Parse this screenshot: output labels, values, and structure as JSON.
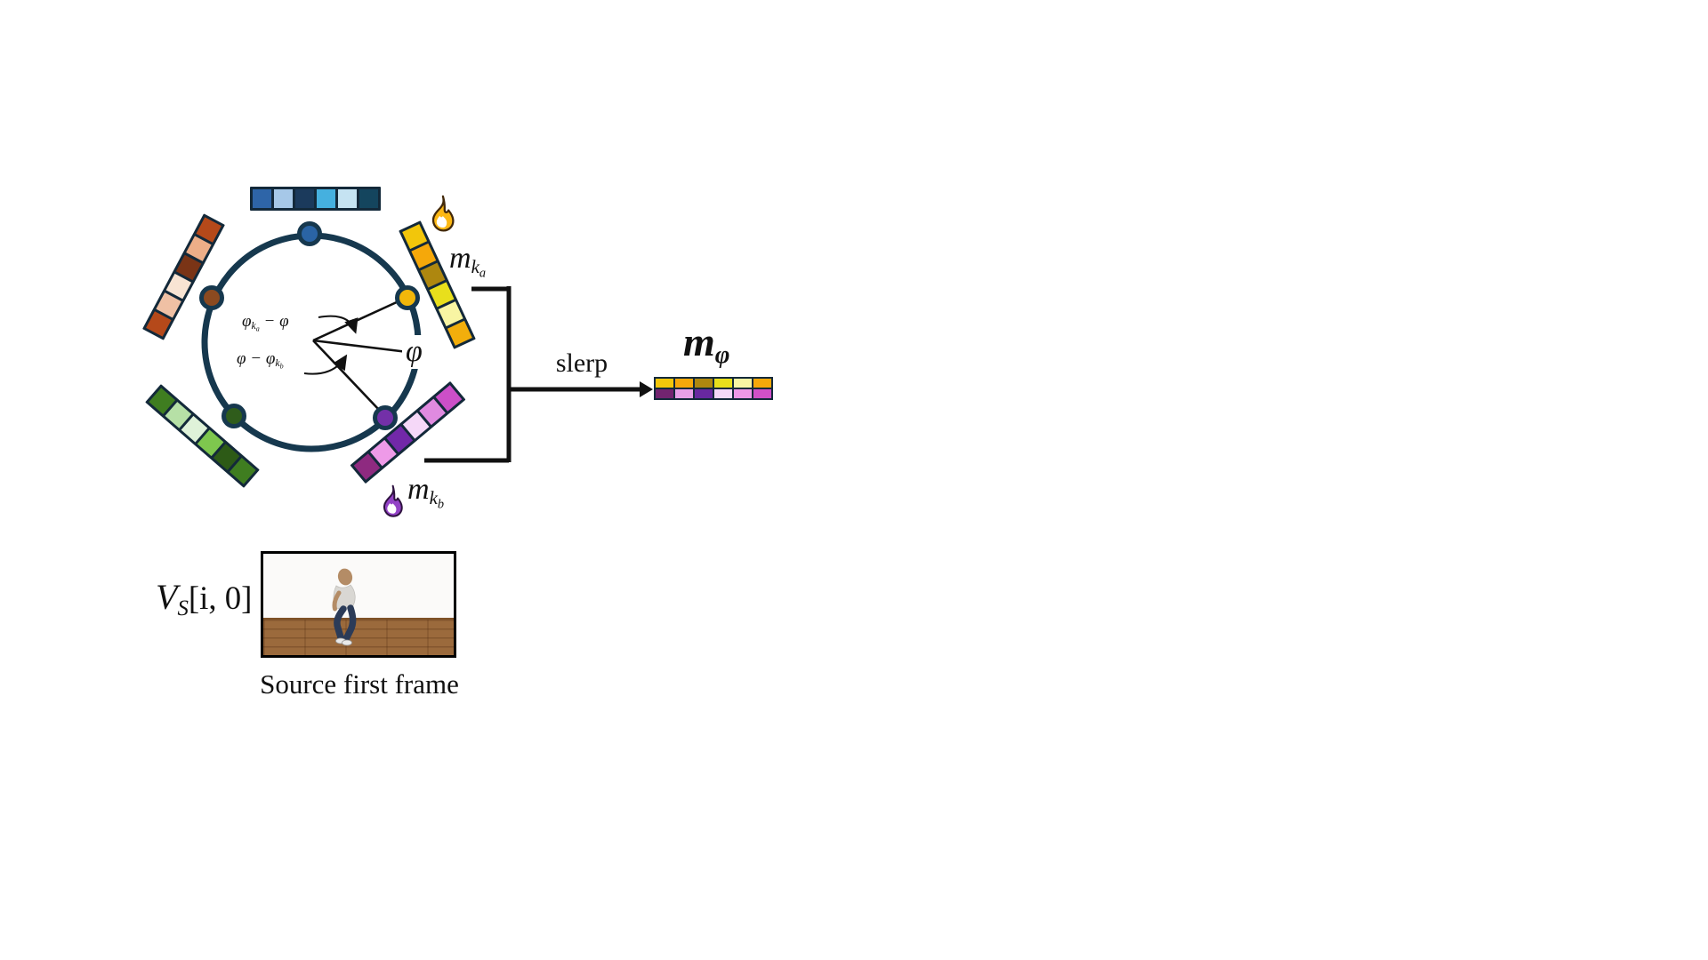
{
  "labels": {
    "m_ka": {
      "base": "m",
      "sub": "k",
      "subsub": "a"
    },
    "m_kb": {
      "base": "m",
      "sub": "k",
      "subsub": "b"
    },
    "m_phi": {
      "base": "m",
      "sub": "φ"
    },
    "phi_big": "φ",
    "angle_top": {
      "phi": "φ",
      "sub": "k",
      "subsub": "a",
      "rest": " − φ"
    },
    "angle_bottom": {
      "lead": "φ − ",
      "phi": "φ",
      "sub": "k",
      "subsub": "b"
    },
    "slerp": "slerp",
    "source_var": {
      "base": "V",
      "sub": "S",
      "rest": "[i, 0]"
    },
    "caption": "Source first frame"
  },
  "strips": {
    "blue": [
      "#2E65A8",
      "#A6C8E8",
      "#1B3A5C",
      "#45B0DF",
      "#C5E3F2",
      "#14455E"
    ],
    "orange": [
      "#B5491A",
      "#EDAE88",
      "#7A3416",
      "#F8E4D3",
      "#EFC0A4",
      "#B5491A"
    ],
    "yellow": [
      "#F2C60B",
      "#F5A80A",
      "#AE870F",
      "#E8DF1C",
      "#F8F5A3",
      "#F2AE0C"
    ],
    "green": [
      "#3F7D20",
      "#B6E0A6",
      "#DFF2D9",
      "#7EC74E",
      "#2D5A16",
      "#3F7D20"
    ],
    "purple": [
      "#CC4FC8",
      "#E08AE0",
      "#F5D8F8",
      "#7228A8",
      "#EE9AE8",
      "#8E2A80"
    ],
    "mphi": {
      "top": [
        "#F2C60B",
        "#F5A80A",
        "#AE870F",
        "#E8DF1C",
        "#F8F5A3",
        "#F5A80A"
      ],
      "bottom": [
        "#722470",
        "#E8A0E8",
        "#6828A0",
        "#F5D8F8",
        "#EE98E8",
        "#D050C8"
      ]
    }
  },
  "dots": {
    "blue": "#2A64A5",
    "brown": "#8B4A20",
    "yellow": "#F2B70A",
    "green": "#2F5C1B",
    "purple": "#7330A8"
  },
  "colors": {
    "outline": "#13293A",
    "circle": "#16384E",
    "line": "#111111",
    "flame_orange": "#FCB814",
    "flame_orange_stroke": "#42290A",
    "flame_purple": "#9342C6",
    "flame_purple_stroke": "#2E1240"
  }
}
